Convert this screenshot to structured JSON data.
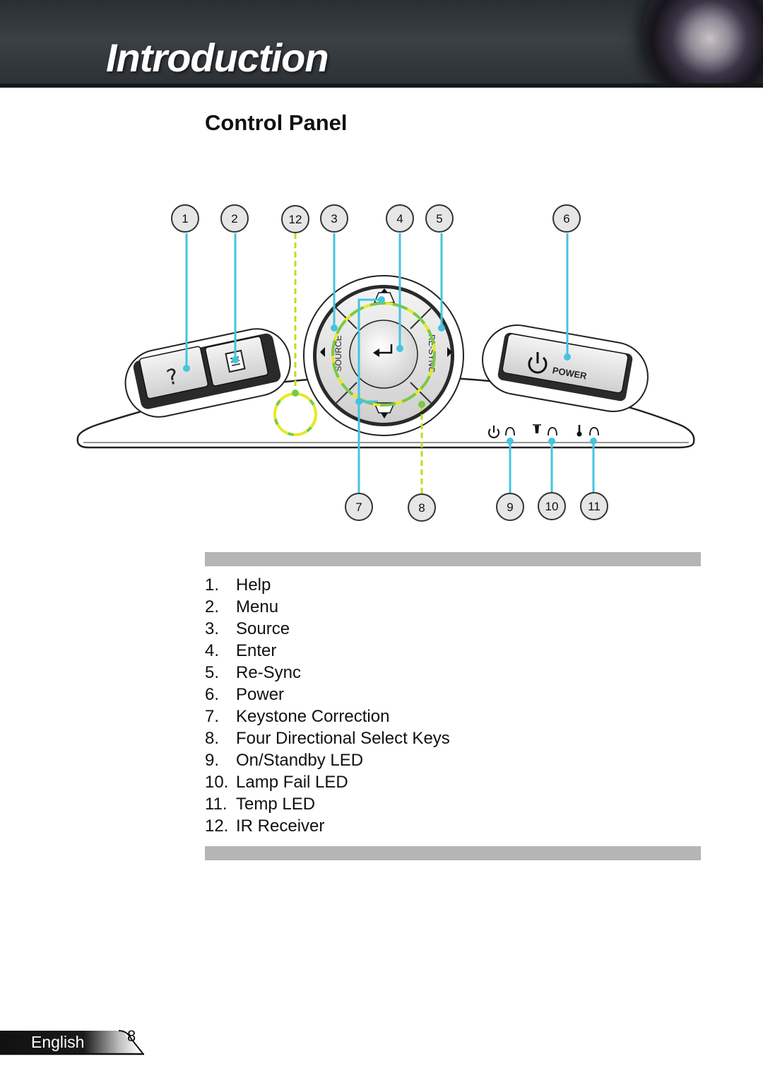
{
  "header": {
    "title": "Introduction"
  },
  "section": {
    "title": "Control Panel"
  },
  "diagram": {
    "callouts": [
      "1",
      "2",
      "12",
      "3",
      "4",
      "5",
      "6",
      "7",
      "8",
      "9",
      "10",
      "11"
    ],
    "labels": {
      "source": "SOURCE",
      "resync": "RE-SYNC",
      "power": "POWER"
    },
    "colors": {
      "callout_line": "#45c4df",
      "ir_line": "#c8d820",
      "ring_green": "#7ac943",
      "ring_yellow": "#e8e826"
    }
  },
  "legend": {
    "items": [
      {
        "num": "1.",
        "label": "Help"
      },
      {
        "num": "2.",
        "label": "Menu"
      },
      {
        "num": "3.",
        "label": "Source"
      },
      {
        "num": "4.",
        "label": "Enter"
      },
      {
        "num": "5.",
        "label": "Re-Sync"
      },
      {
        "num": "6.",
        "label": "Power"
      },
      {
        "num": "7.",
        "label": "Keystone Correction"
      },
      {
        "num": "8.",
        "label": "Four Directional Select Keys"
      },
      {
        "num": "9.",
        "label": "On/Standby LED"
      },
      {
        "num": "10.",
        "label": "Lamp Fail LED"
      },
      {
        "num": "11.",
        "label": "Temp LED"
      },
      {
        "num": "12.",
        "label": "IR Receiver"
      }
    ]
  },
  "footer": {
    "language": "English",
    "page": "8"
  }
}
